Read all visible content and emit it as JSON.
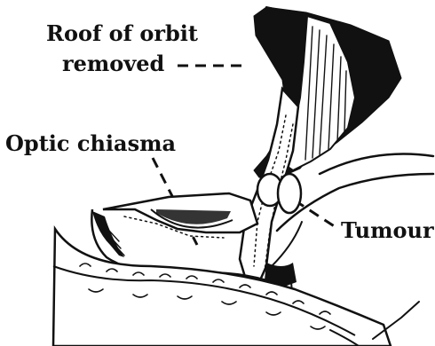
{
  "labels": {
    "roof_line1": "Roof of orbit",
    "roof_line2": "removed",
    "optic_chiasma": "Optic chiasma",
    "tumour": "Tumour"
  },
  "colors": {
    "ink": "#111111",
    "paper": "#ffffff"
  }
}
